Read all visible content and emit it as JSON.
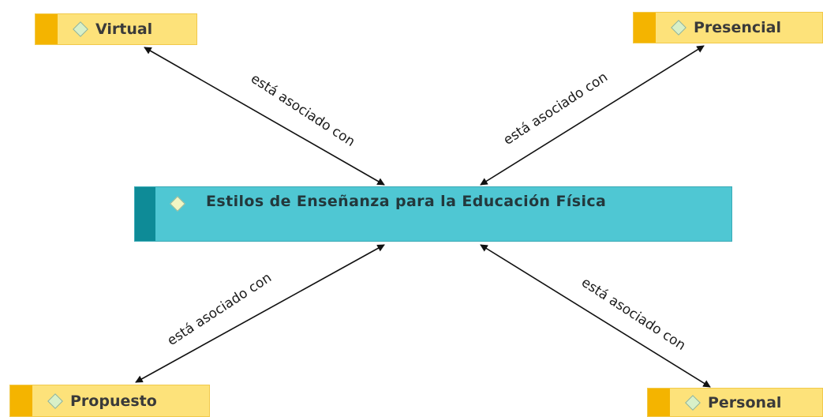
{
  "central_concept": {
    "label": "Estilos de Enseñanza para la Educación Física"
  },
  "concepts": {
    "virtual": "Virtual",
    "presencial": "Presencial",
    "propuesto": "Propuesto",
    "personal": "Personal"
  },
  "relations": {
    "virtual": "está asociado con",
    "presencial": "está asociado con",
    "propuesto": "está asociado con",
    "personal": "está asociado con"
  },
  "colors": {
    "concept_fill": "#fde27a",
    "concept_stripe": "#f4b400",
    "central_fill": "#4fc7d3",
    "central_stripe": "#0e8b97",
    "connector": "#111111"
  },
  "icons": {
    "node_marker": "diamond-icon",
    "connector_ends": "arrowhead-icon"
  }
}
